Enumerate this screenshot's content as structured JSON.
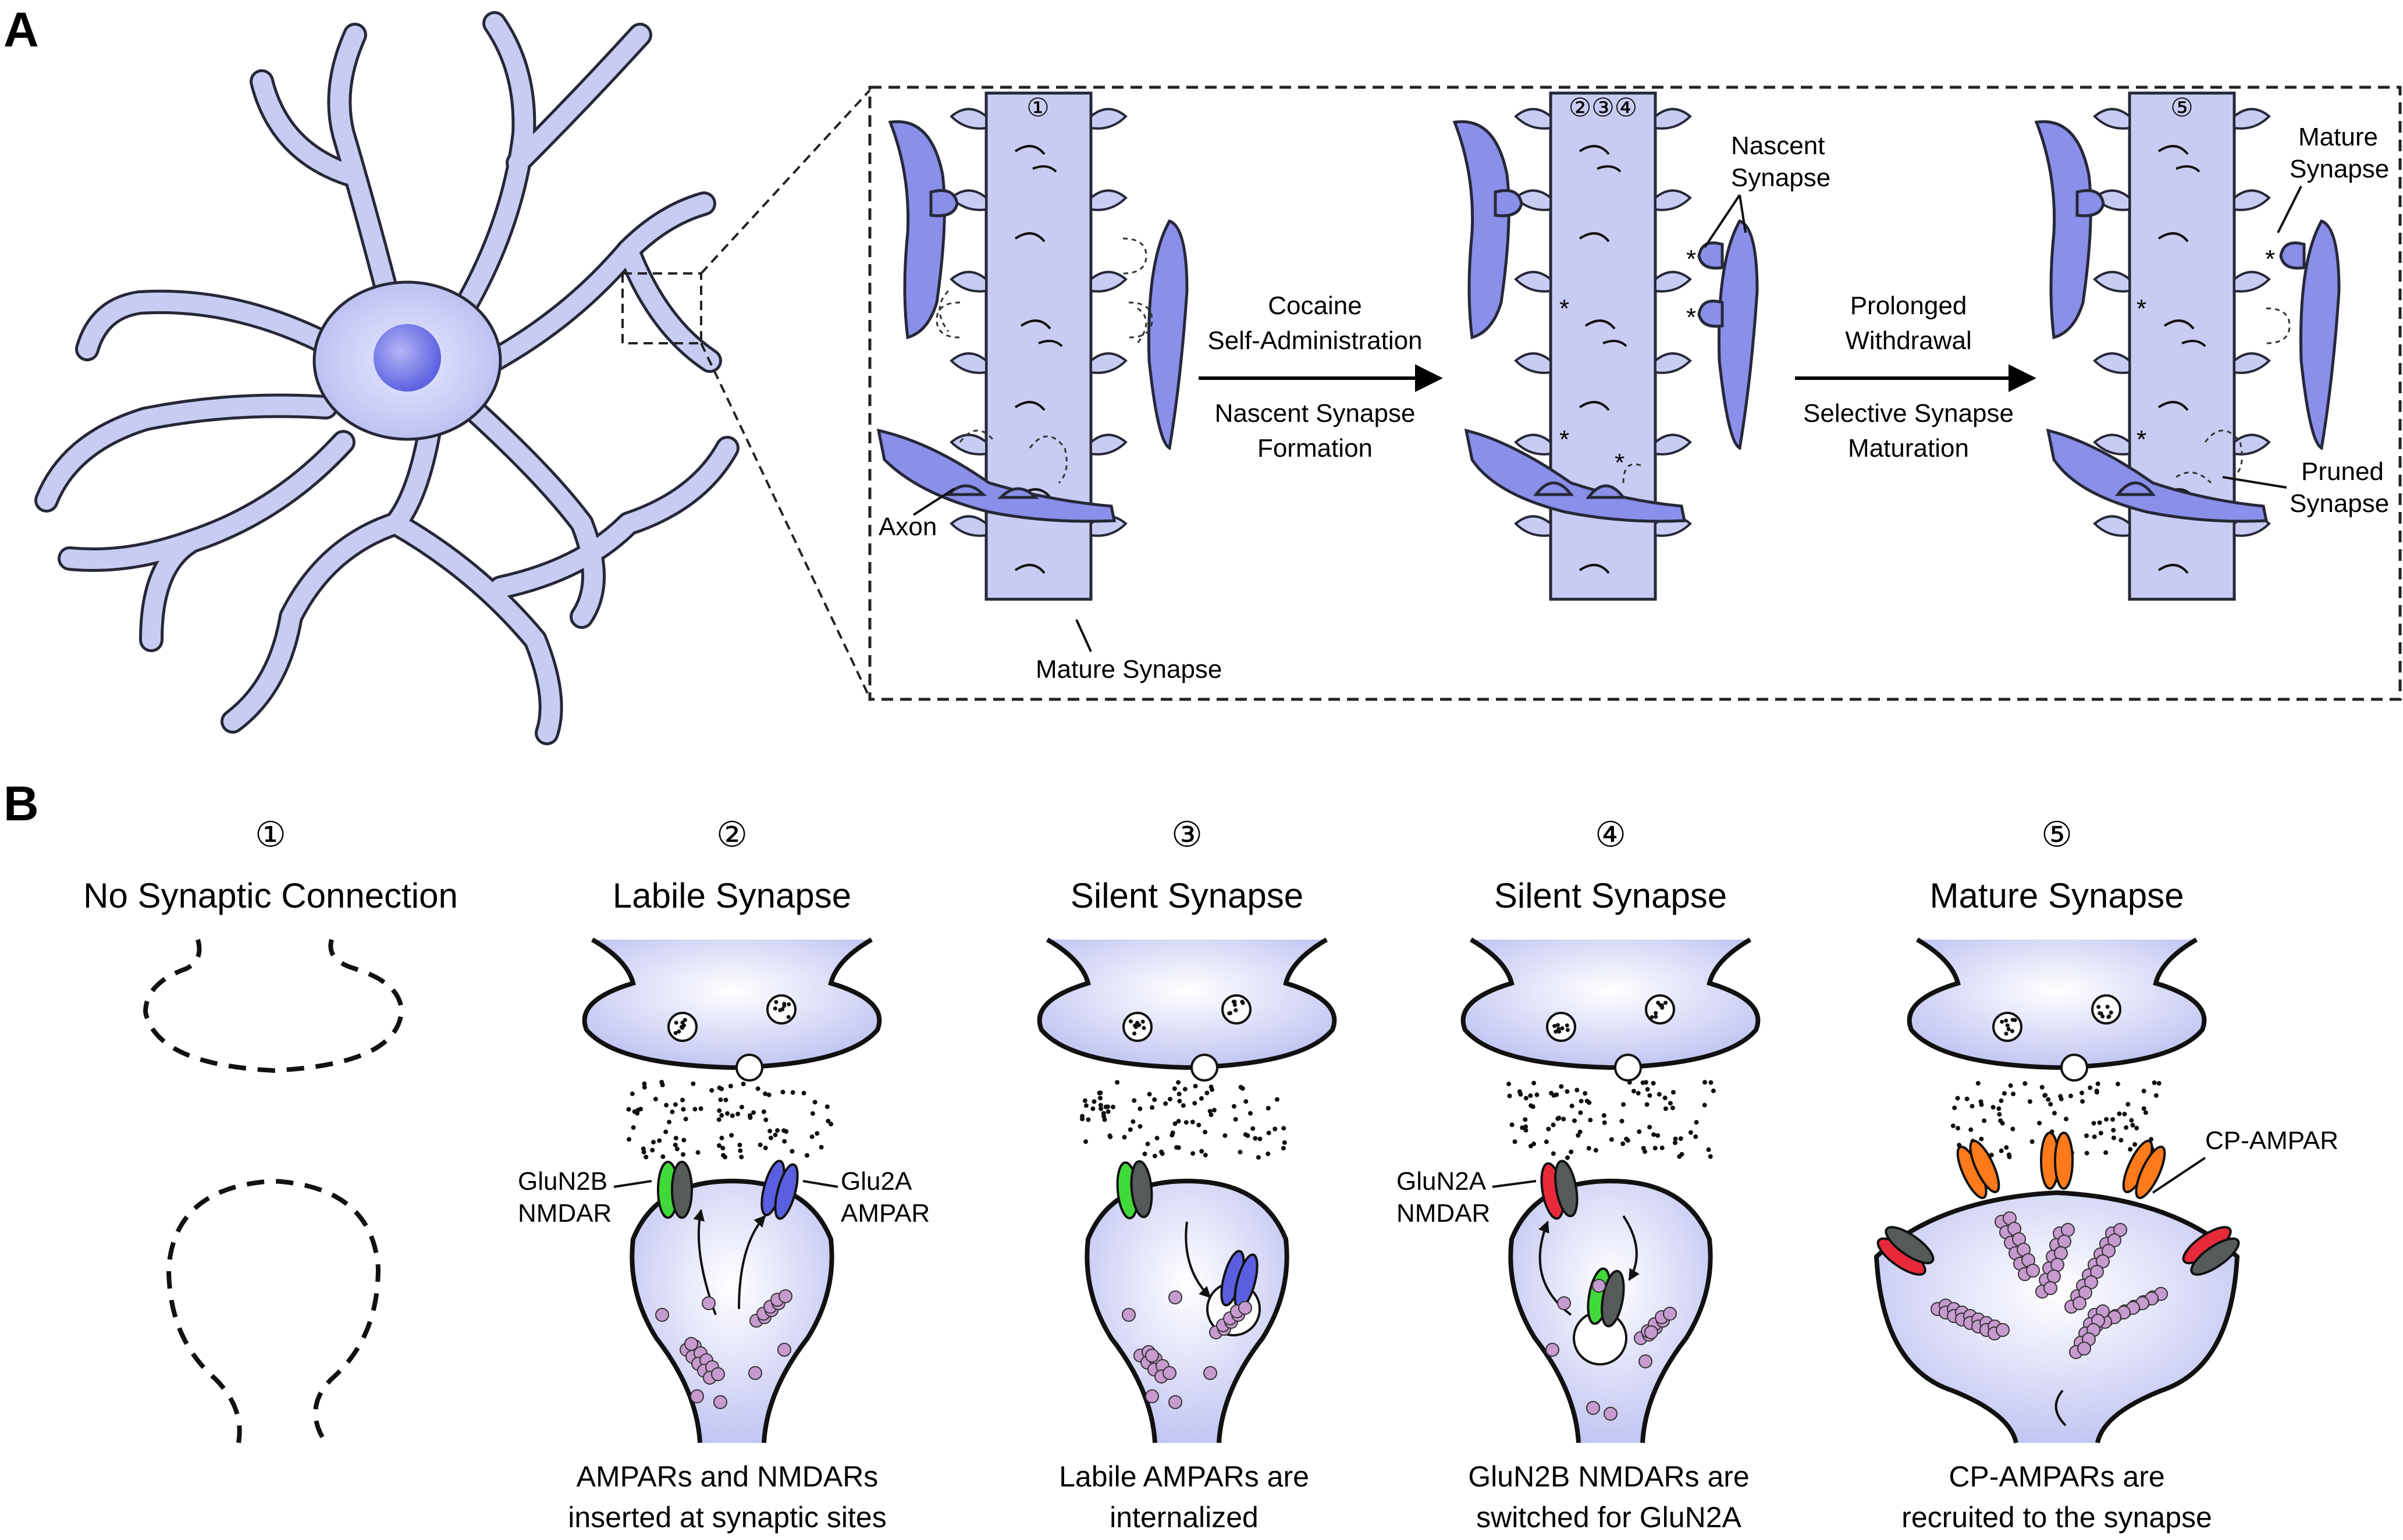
{
  "panels": {
    "a": "A",
    "b": "B"
  },
  "panel_a": {
    "stage1_marker": "①",
    "stage2_marker": "②③④",
    "stage3_marker": "⑤",
    "arrow1_top_line1": "Cocaine",
    "arrow1_top_line2": "Self-Administration",
    "arrow1_bottom_line1": "Nascent Synapse",
    "arrow1_bottom_line2": "Formation",
    "arrow2_top_line1": "Prolonged",
    "arrow2_top_line2": "Withdrawal",
    "arrow2_bottom_line1": "Selective Synapse",
    "arrow2_bottom_line2": "Maturation",
    "axon_label": "Axon",
    "mature_synapse_label": "Mature Synapse",
    "nascent_line1": "Nascent",
    "nascent_line2": "Synapse",
    "mature_line1": "Mature",
    "mature_line2": "Synapse",
    "pruned_line1": "Pruned",
    "pruned_line2": "Synapse",
    "asterisk": "*"
  },
  "panel_b": {
    "stages": [
      {
        "marker": "①",
        "title": "No Synaptic Connection",
        "caption_line1": "",
        "caption_line2": ""
      },
      {
        "marker": "②",
        "title": "Labile Synapse",
        "caption_line1": "AMPARs and NMDARs",
        "caption_line2": "inserted at synaptic sites"
      },
      {
        "marker": "③",
        "title": "Silent Synapse",
        "caption_line1": "Labile AMPARs are",
        "caption_line2": "internalized"
      },
      {
        "marker": "④",
        "title": "Silent Synapse",
        "caption_line1": "GluN2B NMDARs are",
        "caption_line2": "switched for GluN2A"
      },
      {
        "marker": "⑤",
        "title": "Mature Synapse",
        "caption_line1": "CP-AMPARs are",
        "caption_line2": "recruited to the synapse"
      }
    ],
    "labels": {
      "glun2b_line1": "GluN2B",
      "glun2b_line2": "NMDAR",
      "glu2a_line1": "Glu2A",
      "glu2a_line2": "AMPAR",
      "glun2a_line1": "GluN2A",
      "glun2a_line2": "NMDAR",
      "cp_ampar": "CP-AMPAR"
    }
  },
  "colors": {
    "membrane": "#c9ccf2",
    "axon": "#8a8fe9",
    "nucleus": "#7a7fe6",
    "glun2b": "#3fd93a",
    "ampar": "#5a5fe0",
    "glun2a": "#e8293a",
    "cp_ampar": "#ff7a1a",
    "nmdar_partner": "#555a5a",
    "actin": "#c79ad0"
  }
}
